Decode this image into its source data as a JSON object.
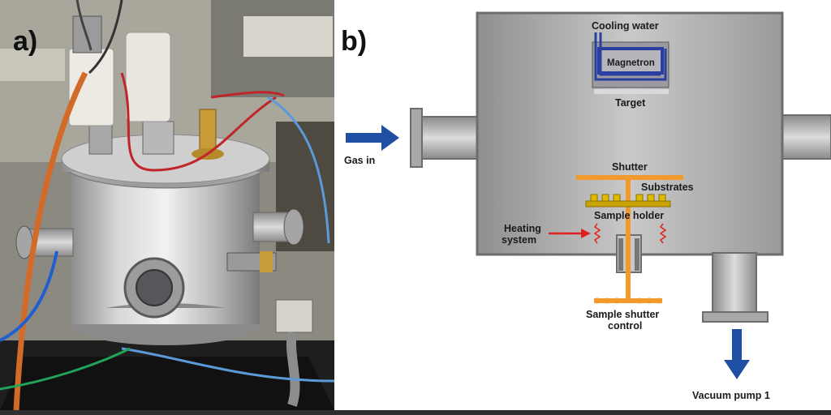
{
  "panel_a": {
    "label": "a)"
  },
  "panel_b": {
    "label": "b)",
    "labels": {
      "cooling_water": "Cooling water",
      "magnetron": "Magnetron",
      "target": "Target",
      "gas_in": "Gas in",
      "shutter": "Shutter",
      "substrates": "Substrates",
      "sample_holder": "Sample holder",
      "heating_system_line1": "Heating",
      "heating_system_line2": "system",
      "sample_shutter_control_line1": "Sample shutter",
      "sample_shutter_control_line2": "control",
      "vacuum_pump": "Vacuum pump 1"
    }
  },
  "colors": {
    "chamber_gray": "#a9a9a9",
    "chamber_outline": "#6d6d6d",
    "arrow_blue": "#1f4fa3",
    "magnetron_blue": "#2a3fa0",
    "shutter_orange": "#f39a2d",
    "substrate_gold": "#d7b400",
    "heating_red": "#e02020"
  }
}
